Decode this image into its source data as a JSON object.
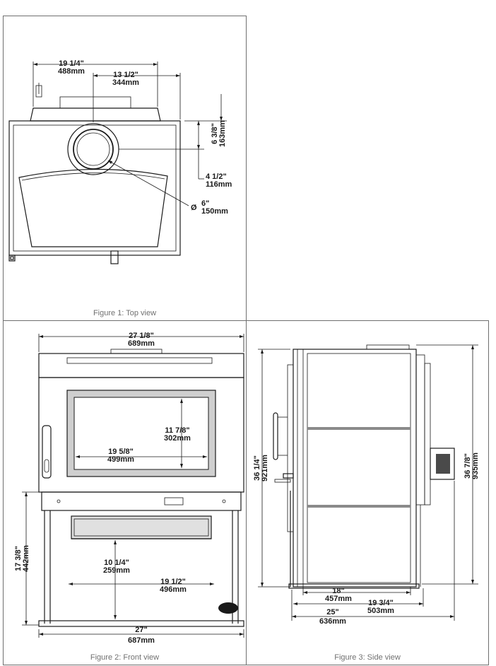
{
  "figures": [
    {
      "caption": "Figure 1: Top view",
      "dims": {
        "width_in": "19 1/4\"",
        "width_mm": "488mm",
        "offset_in": "13 1/2\"",
        "offset_mm": "344mm",
        "depth_in": "6 3/8\"",
        "depth_mm": "163mm",
        "rear_in": "4 1/2\"",
        "rear_mm": "116mm",
        "dia_sym": "Ø",
        "dia_in": "6\"",
        "dia_mm": "150mm"
      }
    },
    {
      "caption": "Figure 2: Front view",
      "dims": {
        "top_width_in": "27 1/8\"",
        "top_width_mm": "689mm",
        "glass_h_in": "11 7/8\"",
        "glass_h_mm": "302mm",
        "glass_w_in": "19 5/8\"",
        "glass_w_mm": "499mm",
        "leg_h_in": "17 3/8\"",
        "leg_h_mm": "442mm",
        "ash_in": "10 1/4\"",
        "ash_mm": "259mm",
        "legs_w_in": "19 1/2\"",
        "legs_w_mm": "496mm",
        "base_w_in": "27\"",
        "base_w_mm": "687mm"
      }
    },
    {
      "caption": "Figure 3: Side view",
      "dims": {
        "height_in": "36 1/4\"",
        "height_mm": "921mm",
        "total_h_in": "36 7/8\"",
        "total_h_mm": "935mm",
        "depth_a_in": "18\"",
        "depth_a_mm": "457mm",
        "depth_b_in": "19 3/4\"",
        "depth_b_mm": "503mm",
        "depth_c_in": "25\"",
        "depth_c_mm": "636mm"
      }
    }
  ]
}
